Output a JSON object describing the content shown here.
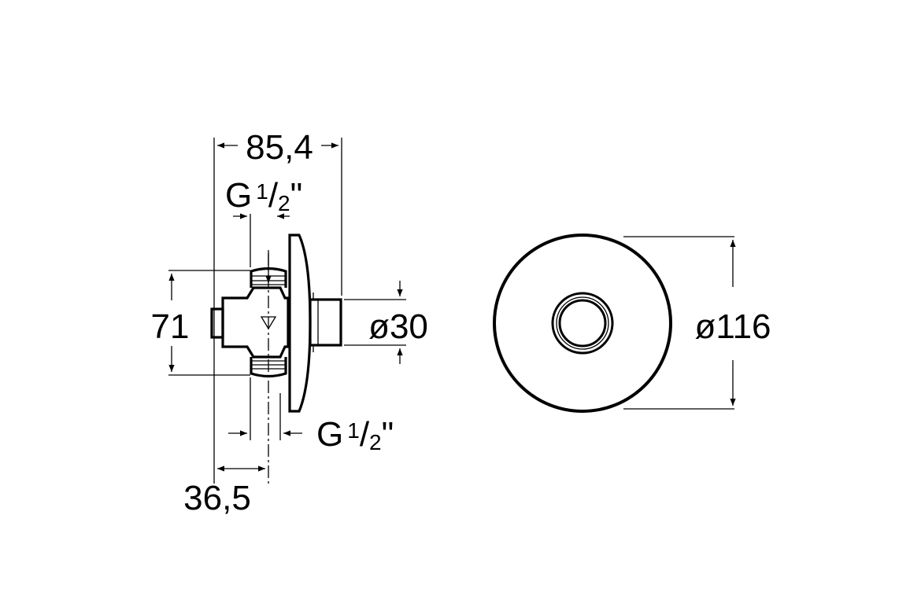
{
  "dimensions": {
    "overall_length": "85,4",
    "height": "71",
    "offset": "36,5",
    "outlet_diameter": "ø30",
    "plate_diameter": "ø116",
    "thread_top": {
      "base": "G",
      "num": "1",
      "slash": "/",
      "den": "2",
      "mark": "\""
    },
    "thread_bottom": {
      "base": "G",
      "num": "1",
      "slash": "/",
      "den": "2",
      "mark": "\""
    }
  },
  "colors": {
    "line": "#000000",
    "background": "#ffffff"
  }
}
